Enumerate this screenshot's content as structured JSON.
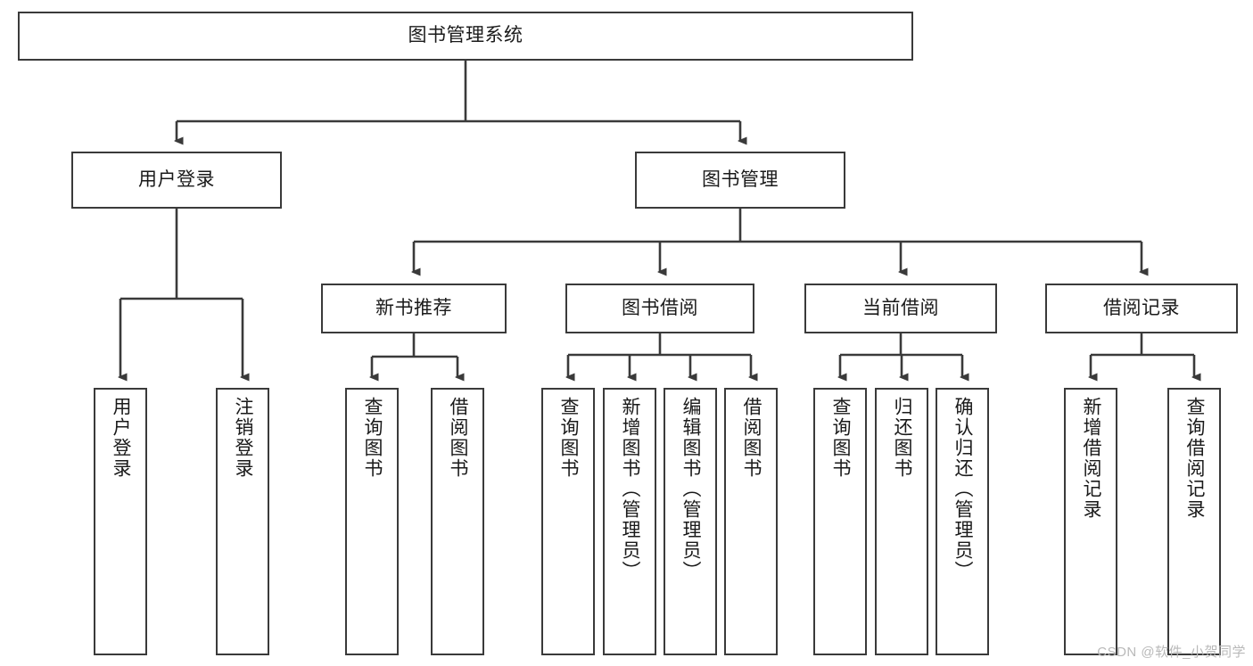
{
  "diagram": {
    "type": "hierarchy-tree",
    "title": "图书管理系统",
    "background_color": "#ffffff",
    "line_color": "#3a3a3a",
    "text_color": "#1a1a1a",
    "watermark": "CSDN @软件_小贺同学",
    "levels": {
      "root": {
        "label": "图书管理系统"
      },
      "level2": [
        {
          "label": "用户登录"
        },
        {
          "label": "图书管理"
        }
      ],
      "level3": [
        {
          "label": "新书推荐"
        },
        {
          "label": "图书借阅"
        },
        {
          "label": "当前借阅"
        },
        {
          "label": "借阅记录"
        }
      ],
      "leaves": {
        "user_login": [
          {
            "label": "用户登录"
          },
          {
            "label": "注销登录"
          }
        ],
        "new_book_recommend": [
          {
            "label": "查询图书"
          },
          {
            "label": "借阅图书"
          }
        ],
        "book_borrow": [
          {
            "label": "查询图书"
          },
          {
            "label": "新增图书（管理员）"
          },
          {
            "label": "编辑图书（管理员）"
          },
          {
            "label": "借阅图书"
          }
        ],
        "current_borrow": [
          {
            "label": "查询图书"
          },
          {
            "label": "归还图书"
          },
          {
            "label": "确认归还（管理员）"
          }
        ],
        "borrow_record": [
          {
            "label": "新增借阅记录"
          },
          {
            "label": "查询借阅记录"
          }
        ]
      }
    }
  }
}
